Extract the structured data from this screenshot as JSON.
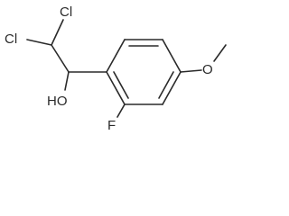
{
  "molecule": {
    "atoms": {
      "cl_top": "Cl",
      "cl_left": "Cl",
      "hydroxyl": "HO",
      "methoxy_oxygen": "O",
      "fluorine": "F"
    }
  }
}
